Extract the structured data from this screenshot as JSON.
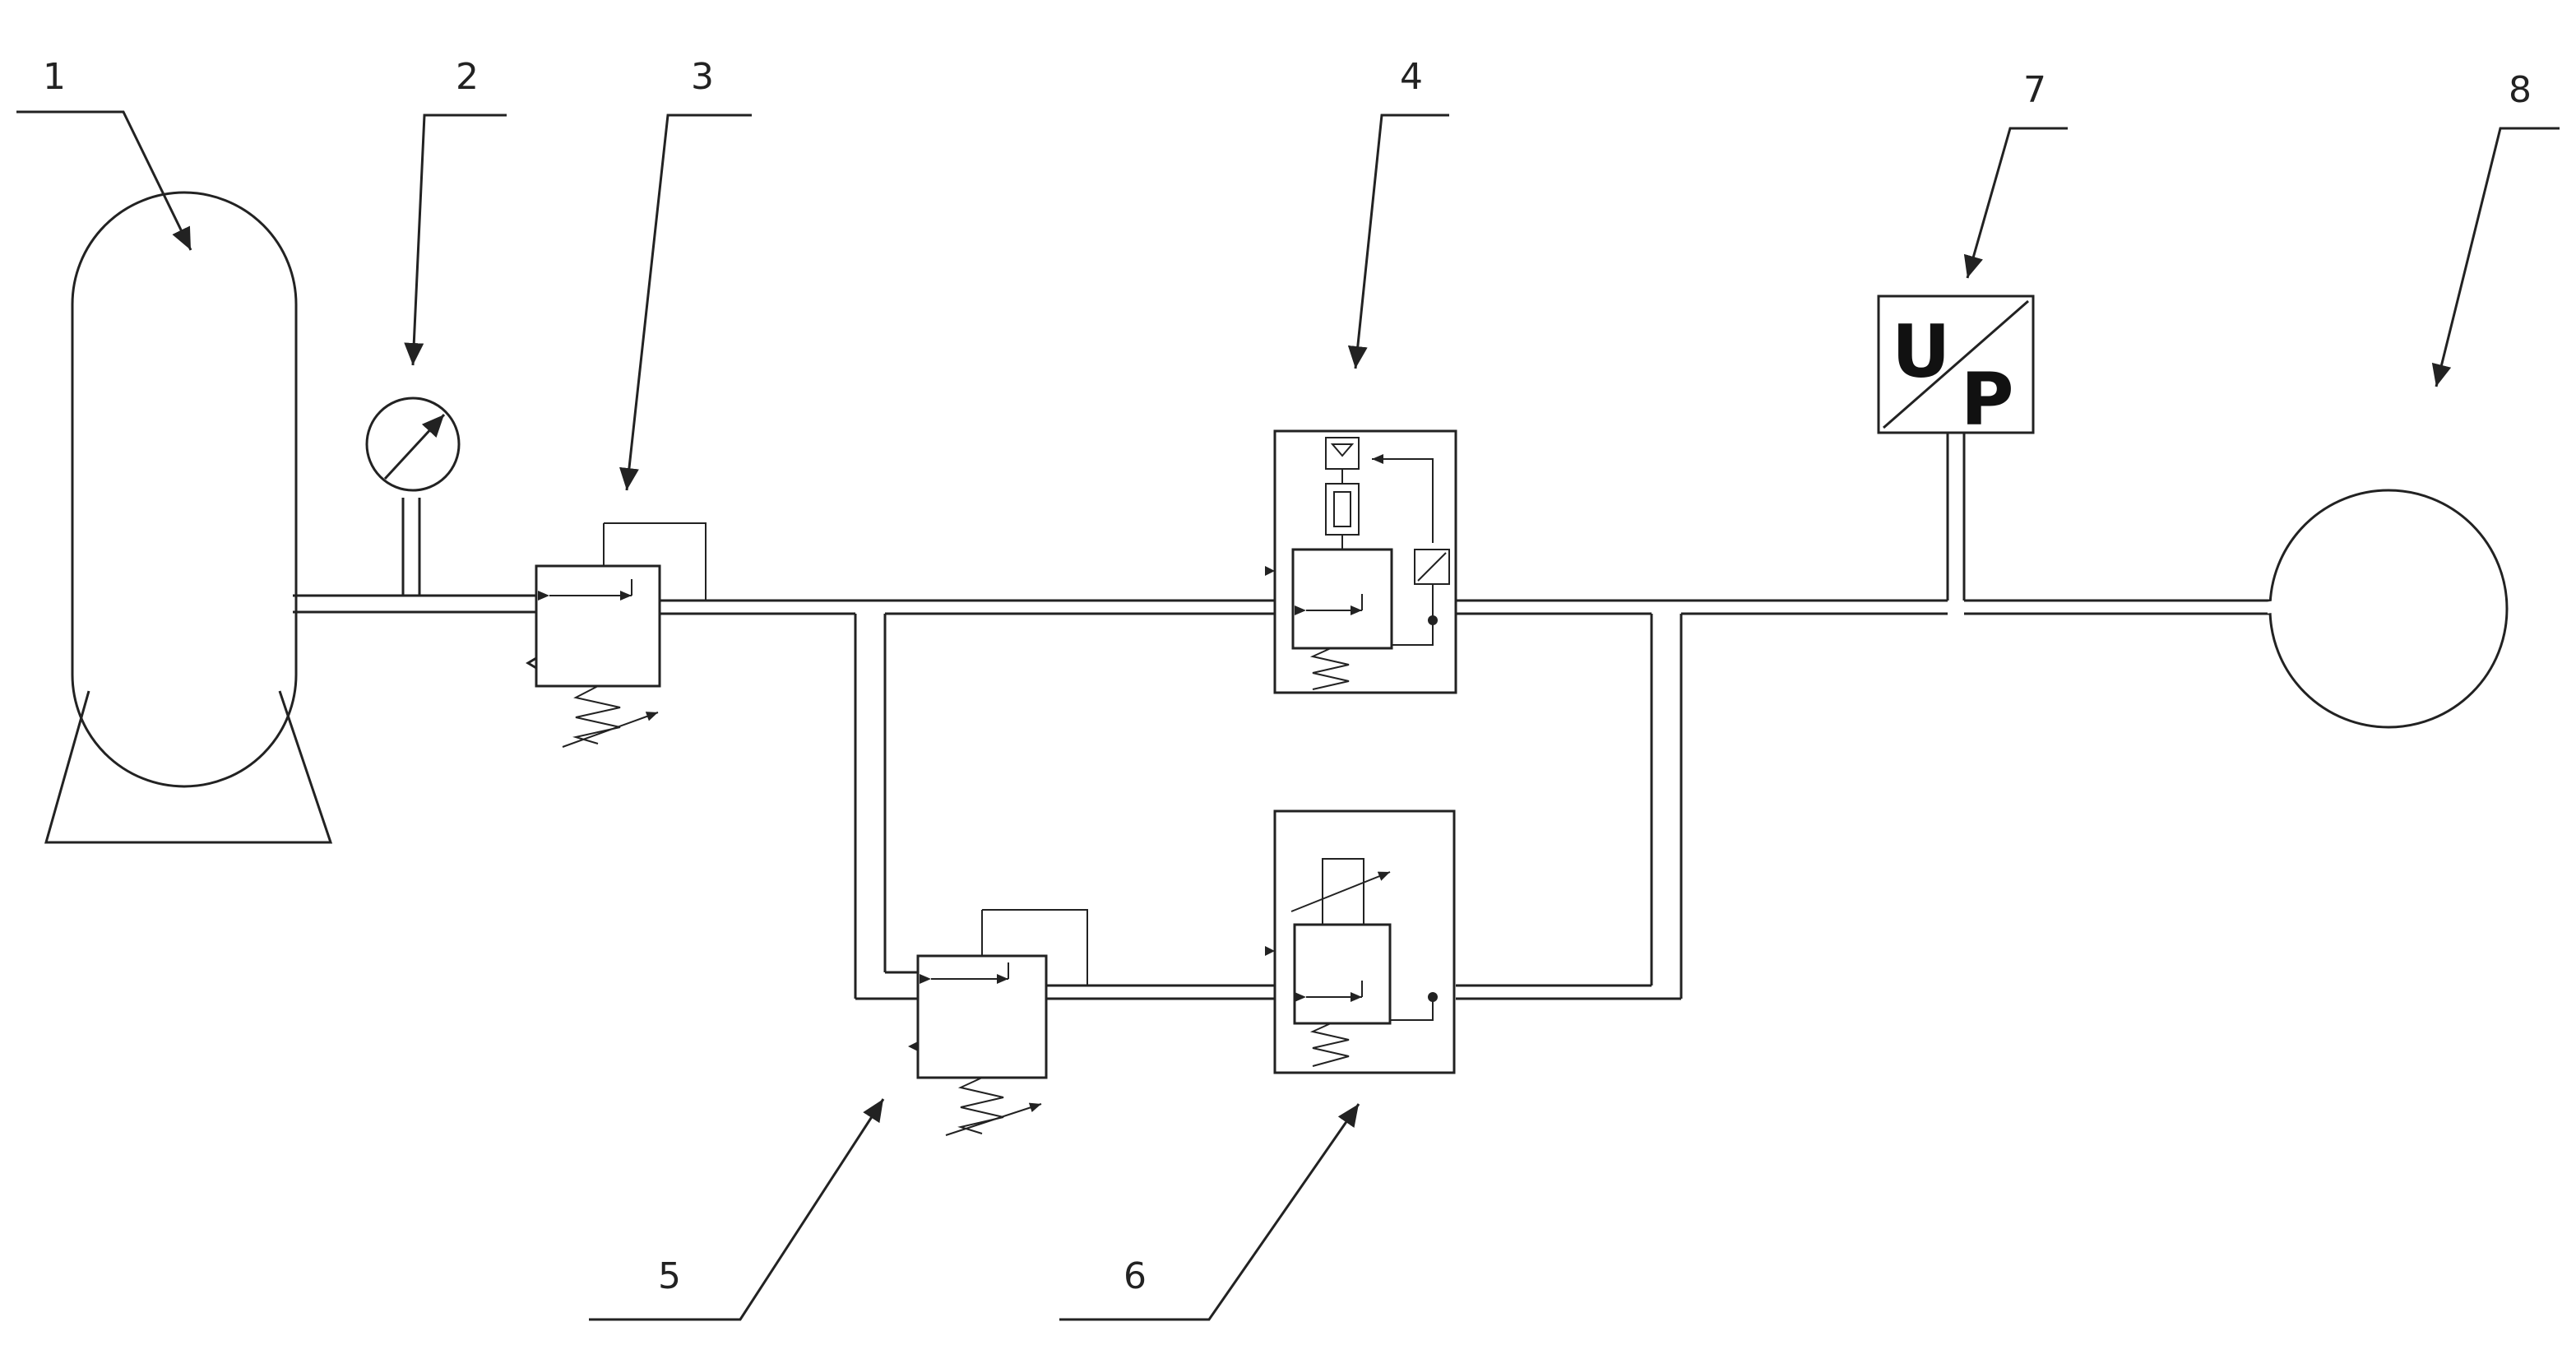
{
  "labels": {
    "l1": "1",
    "l2": "2",
    "l3": "3",
    "l4": "4",
    "l5": "5",
    "l6": "6",
    "l7": "7",
    "l8": "8"
  },
  "converter": {
    "top_letter": "U",
    "bottom_letter": "P"
  }
}
